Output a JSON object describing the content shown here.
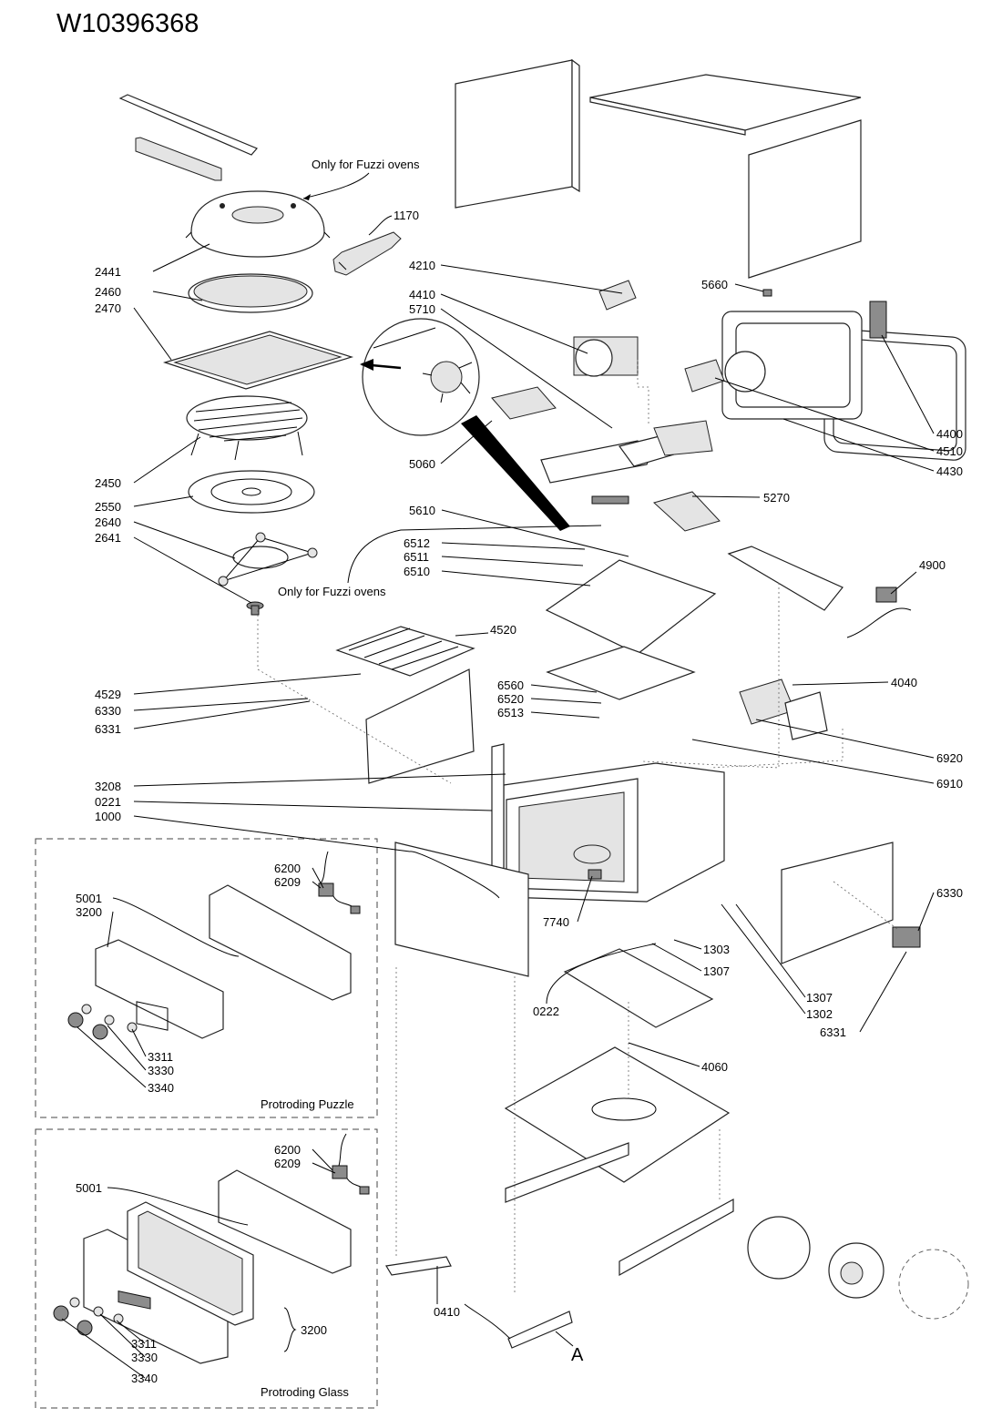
{
  "document_number": "W10396368",
  "notes": {
    "fuzzi_top": "Only for Fuzzi ovens",
    "fuzzi_mid": "Only for Fuzzi ovens"
  },
  "variants": {
    "puzzle": "Protroding Puzzle",
    "glass": "Protroding Glass"
  },
  "view_marker": "A",
  "callouts": {
    "c1170": "1170",
    "c2441": "2441",
    "c2460": "2460",
    "c2470": "2470",
    "c2450": "2450",
    "c2550": "2550",
    "c2640": "2640",
    "c2641": "2641",
    "c4210": "4210",
    "c4410": "4410",
    "c5710": "5710",
    "c5060": "5060",
    "c5660": "5660",
    "c4400": "4400",
    "c4510": "4510",
    "c4430": "4430",
    "c5270": "5270",
    "c5610": "5610",
    "c6512": "6512",
    "c6511": "6511",
    "c6510": "6510",
    "c4900": "4900",
    "c4520": "4520",
    "c4529": "4529",
    "c6330a": "6330",
    "c6331a": "6331",
    "c6560": "6560",
    "c6520": "6520",
    "c6513": "6513",
    "c4040": "4040",
    "c6920": "6920",
    "c6910": "6910",
    "c3208": "3208",
    "c0221": "0221",
    "c1000": "1000",
    "c7740": "7740",
    "c6330b": "6330",
    "c1303": "1303",
    "c1307a": "1307",
    "c0222": "0222",
    "c1307b": "1307",
    "c1302": "1302",
    "c6331b": "6331",
    "c4060": "4060",
    "c0410": "0410",
    "p_6200": "6200",
    "p_6209": "6209",
    "p_5001": "5001",
    "p_3200": "3200",
    "p_3311": "3311",
    "p_3330": "3330",
    "p_3340": "3340",
    "g_6200": "6200",
    "g_6209": "6209",
    "g_5001": "5001",
    "g_3200": "3200",
    "g_3311": "3311",
    "g_3330": "3330",
    "g_3340": "3340"
  }
}
